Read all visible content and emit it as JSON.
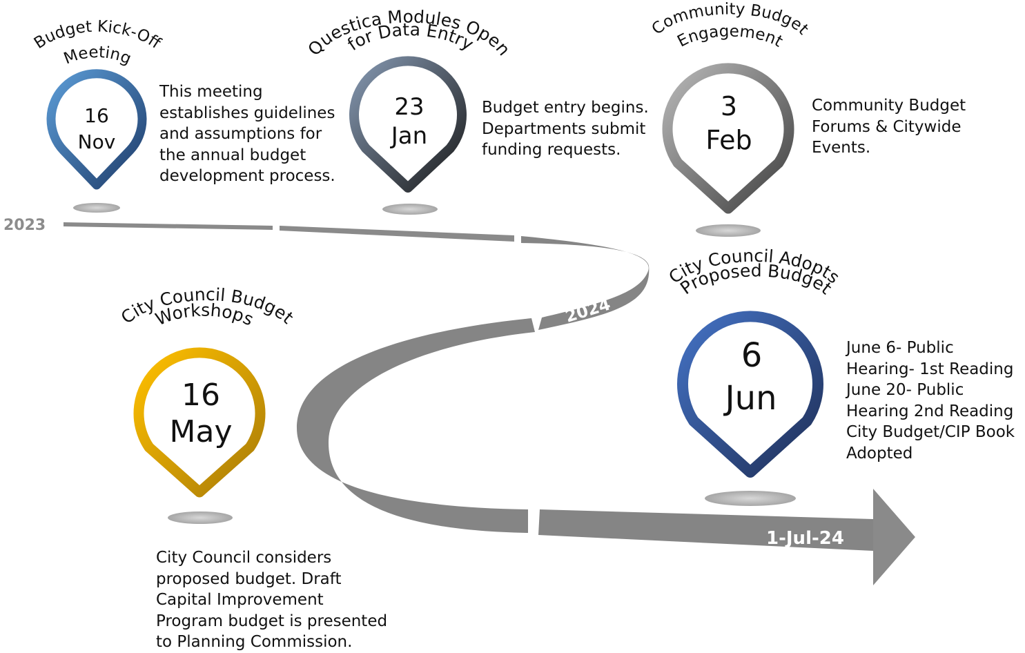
{
  "road": {
    "start_label": "2023",
    "mid_label": "2024",
    "end_label": "1-Jul-24",
    "color": "#8a8a8a"
  },
  "milestones": [
    {
      "id": "kickoff",
      "title_line1": "Budget Kick-Off",
      "title_line2": "Meeting",
      "day": "16",
      "month": "Nov",
      "description": "This meeting\nestablishes guidelines\nand assumptions for\nthe annual budget\ndevelopment process.",
      "gradient": [
        "#5b9bd5",
        "#1f3d6b"
      ]
    },
    {
      "id": "questica",
      "title_line1": "Questica Modules Open",
      "title_line2": "for Data Entry",
      "day": "23",
      "month": "Jan",
      "description": "Budget entry begins.\nDepartments submit\nfunding requests.",
      "gradient": [
        "#8497b0",
        "#1c1c1c"
      ]
    },
    {
      "id": "community",
      "title_line1": "Community Budget",
      "title_line2": "Engagement",
      "day": "3",
      "month": "Feb",
      "description": "Community Budget\nForums & Citywide\nEvents.",
      "gradient": [
        "#b0b0b0",
        "#404040"
      ]
    },
    {
      "id": "workshops",
      "title_line1": "City Council Budget",
      "title_line2": "Workshops",
      "day": "16",
      "month": "May",
      "description": "City Council considers\nproposed budget. Draft\nCapital Improvement\nProgram budget is presented\nto Planning Commission.",
      "gradient": [
        "#ffc000",
        "#b8860b"
      ]
    },
    {
      "id": "adopts",
      "title_line1": "City Council Adopts",
      "title_line2": "Proposed Budget",
      "day": "6",
      "month": "Jun",
      "description": "June 6- Public\nHearing- 1st Reading\nJune 20- Public\nHearing 2nd Reading\nCity Budget/CIP Book\nAdopted",
      "gradient": [
        "#4472c4",
        "#1f2f57"
      ]
    }
  ]
}
